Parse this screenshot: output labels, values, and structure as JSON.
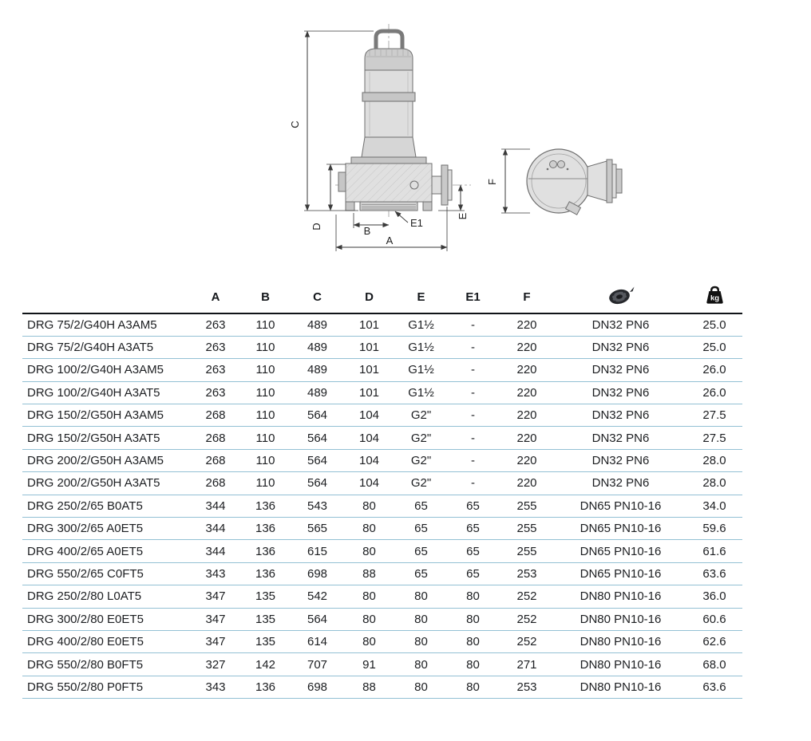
{
  "colors": {
    "row_divider": "#93c0d4",
    "header_border": "#101418",
    "drawing_outline": "#6f6f6f",
    "icon_dark": "#111111"
  },
  "drawing": {
    "labels": {
      "A": "A",
      "B": "B",
      "C": "C",
      "D": "D",
      "E": "E",
      "E1": "E1",
      "F": "F"
    }
  },
  "table": {
    "model_header": "",
    "headers": [
      "A",
      "B",
      "C",
      "D",
      "E",
      "E1",
      "F"
    ],
    "kg_label": "kg",
    "rows": [
      [
        "DRG 75/2/G40H A3AM5",
        "263",
        "110",
        "489",
        "101",
        "G1½",
        "-",
        "220",
        "DN32 PN6",
        "25.0"
      ],
      [
        "DRG 75/2/G40H A3AT5",
        "263",
        "110",
        "489",
        "101",
        "G1½",
        "-",
        "220",
        "DN32 PN6",
        "25.0"
      ],
      [
        "DRG 100/2/G40H A3AM5",
        "263",
        "110",
        "489",
        "101",
        "G1½",
        "-",
        "220",
        "DN32 PN6",
        "26.0"
      ],
      [
        "DRG 100/2/G40H A3AT5",
        "263",
        "110",
        "489",
        "101",
        "G1½",
        "-",
        "220",
        "DN32 PN6",
        "26.0"
      ],
      [
        "DRG 150/2/G50H A3AM5",
        "268",
        "110",
        "564",
        "104",
        "G2\"",
        "-",
        "220",
        "DN32 PN6",
        "27.5"
      ],
      [
        "DRG 150/2/G50H A3AT5",
        "268",
        "110",
        "564",
        "104",
        "G2\"",
        "-",
        "220",
        "DN32 PN6",
        "27.5"
      ],
      [
        "DRG 200/2/G50H A3AM5",
        "268",
        "110",
        "564",
        "104",
        "G2\"",
        "-",
        "220",
        "DN32 PN6",
        "28.0"
      ],
      [
        "DRG 200/2/G50H A3AT5",
        "268",
        "110",
        "564",
        "104",
        "G2\"",
        "-",
        "220",
        "DN32 PN6",
        "28.0"
      ],
      [
        "DRG 250/2/65 B0AT5",
        "344",
        "136",
        "543",
        "80",
        "65",
        "65",
        "255",
        "DN65 PN10-16",
        "34.0"
      ],
      [
        "DRG 300/2/65 A0ET5",
        "344",
        "136",
        "565",
        "80",
        "65",
        "65",
        "255",
        "DN65 PN10-16",
        "59.6"
      ],
      [
        "DRG 400/2/65 A0ET5",
        "344",
        "136",
        "615",
        "80",
        "65",
        "65",
        "255",
        "DN65 PN10-16",
        "61.6"
      ],
      [
        "DRG 550/2/65 C0FT5",
        "343",
        "136",
        "698",
        "88",
        "65",
        "65",
        "253",
        "DN65 PN10-16",
        "63.6"
      ],
      [
        "DRG 250/2/80 L0AT5",
        "347",
        "135",
        "542",
        "80",
        "80",
        "80",
        "252",
        "DN80 PN10-16",
        "36.0"
      ],
      [
        "DRG 300/2/80 E0ET5",
        "347",
        "135",
        "564",
        "80",
        "80",
        "80",
        "252",
        "DN80 PN10-16",
        "60.6"
      ],
      [
        "DRG 400/2/80 E0ET5",
        "347",
        "135",
        "614",
        "80",
        "80",
        "80",
        "252",
        "DN80 PN10-16",
        "62.6"
      ],
      [
        "DRG 550/2/80 B0FT5",
        "327",
        "142",
        "707",
        "91",
        "80",
        "80",
        "271",
        "DN80 PN10-16",
        "68.0"
      ],
      [
        "DRG 550/2/80 P0FT5",
        "343",
        "136",
        "698",
        "88",
        "80",
        "80",
        "253",
        "DN80 PN10-16",
        "63.6"
      ]
    ]
  }
}
